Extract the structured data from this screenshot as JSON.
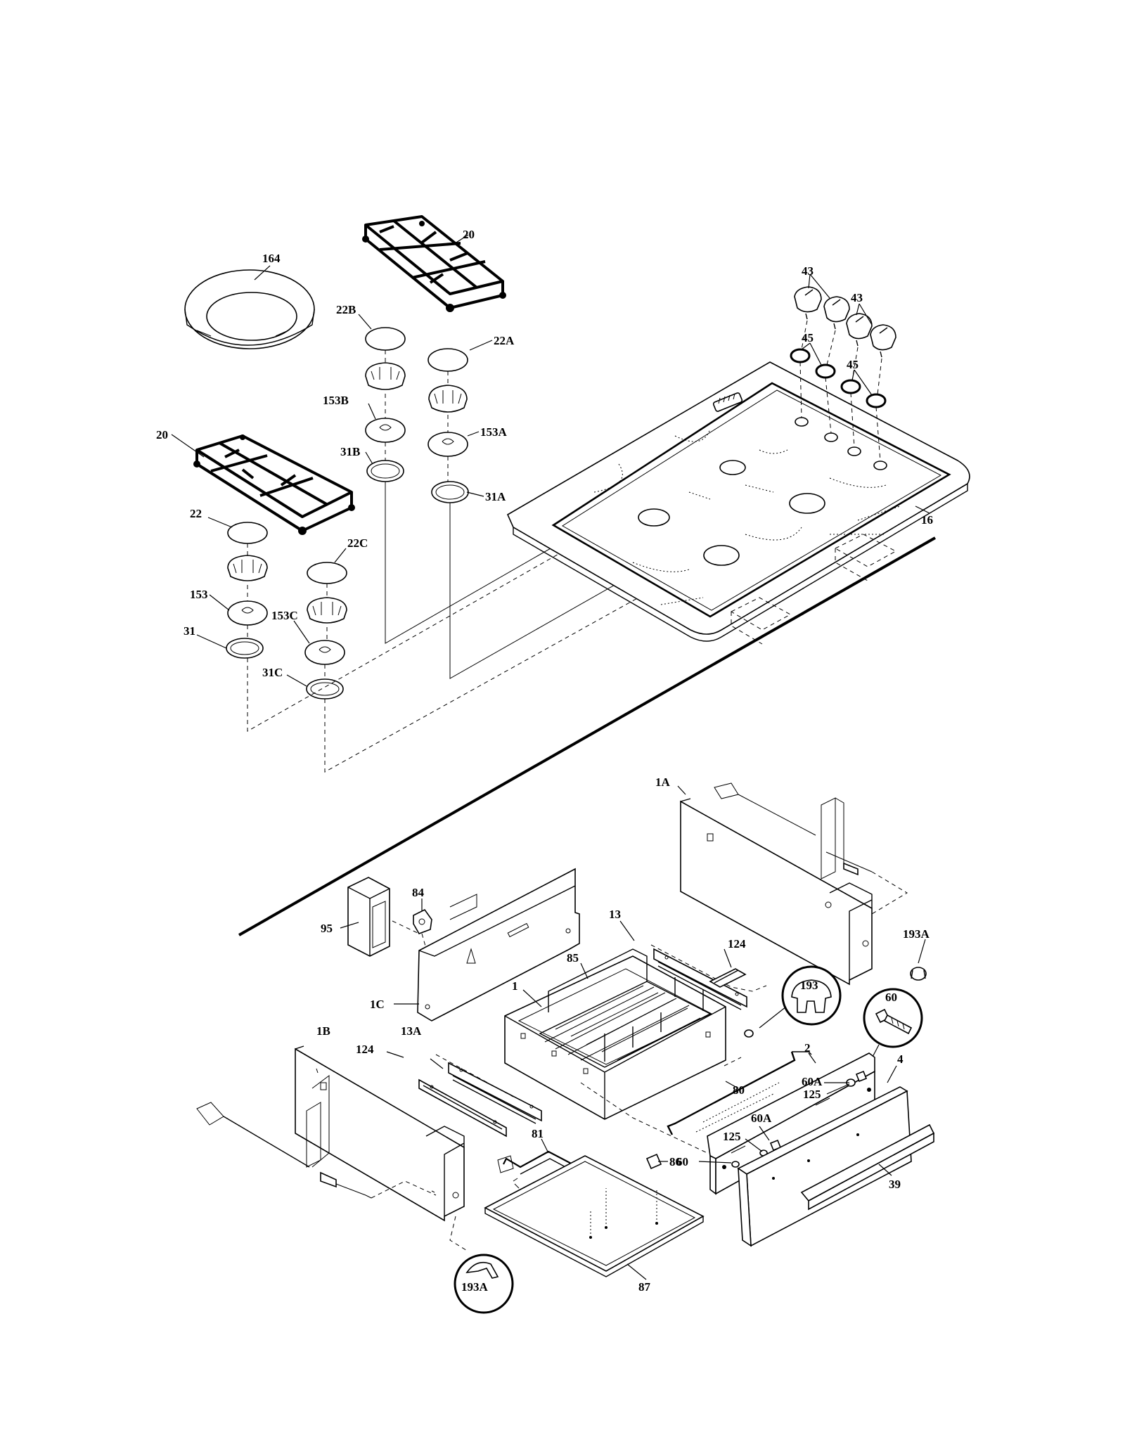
{
  "callouts": {
    "p164": "164",
    "p20_top": "20",
    "p20_left": "20",
    "p22B": "22B",
    "p22A": "22A",
    "p153B": "153B",
    "p153A": "153A",
    "p31B": "31B",
    "p31A": "31A",
    "p22": "22",
    "p22C": "22C",
    "p153": "153",
    "p153C": "153C",
    "p31": "31",
    "p31C": "31C",
    "p43_left": "43",
    "p43_right": "43",
    "p45_left": "45",
    "p45_right": "45",
    "p16": "16",
    "p1A": "1A",
    "p84": "84",
    "p95": "95",
    "p13": "13",
    "p124_top": "124",
    "p193A_right": "193A",
    "p85": "85",
    "p1": "1",
    "p1C": "1C",
    "p193": "193",
    "p60_circle": "60",
    "p1B": "1B",
    "p13A": "13A",
    "p124_left": "124",
    "p2": "2",
    "p4": "4",
    "p60A_upper": "60A",
    "p125_upper": "125",
    "p80": "80",
    "p60A_lower": "60A",
    "p60_lower": "60",
    "p125_lower": "125",
    "p81": "81",
    "p86": "86",
    "p39": "39",
    "p193A_bottom": "193A",
    "p87": "87"
  }
}
